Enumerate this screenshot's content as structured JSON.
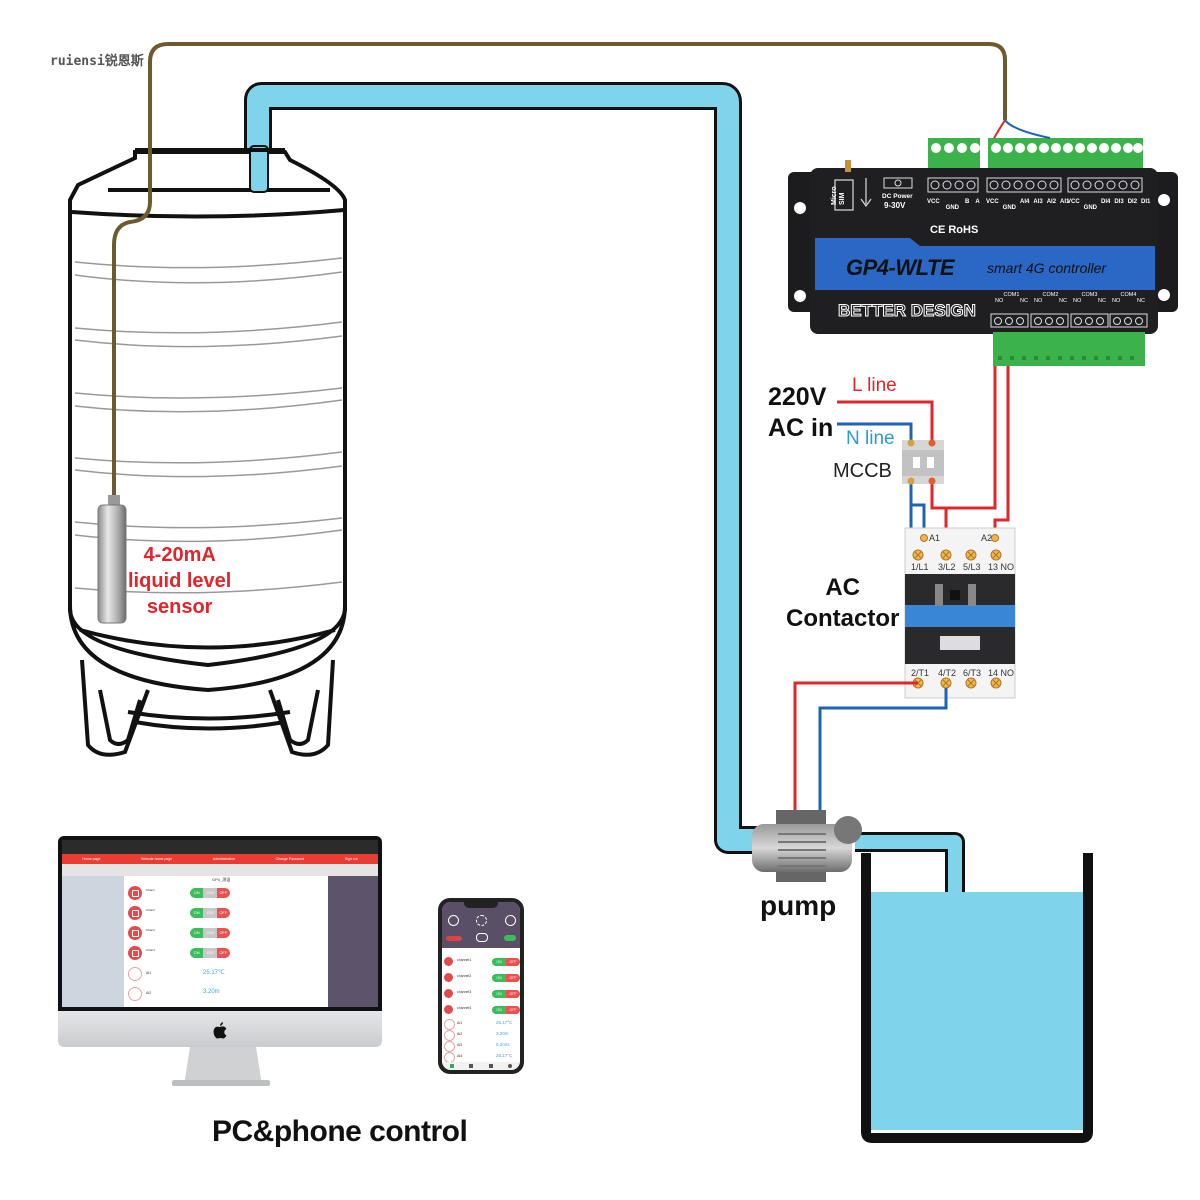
{
  "watermark": "ruiensi锐恩斯",
  "controller": {
    "model": "GP4-WLTE",
    "subtitle": "smart 4G controller",
    "brand": "BETTER DESIGN",
    "sim_label": "Micro SIM",
    "power_label": "DC Power",
    "power_range": "9-30V",
    "certifications": "CE RoHS",
    "rs485_pins": [
      "VCC",
      "GND",
      "B",
      "A"
    ],
    "analog_pins": [
      "VCC",
      "GND",
      "AI4",
      "AI3",
      "AI2",
      "AI1"
    ],
    "digital_pins": [
      "VCC",
      "GND",
      "DI4",
      "DI3",
      "DI2",
      "DI1"
    ],
    "relays": [
      {
        "name": "COM1",
        "no": "NO",
        "nc": "NC"
      },
      {
        "name": "COM2",
        "no": "NO",
        "nc": "NC"
      },
      {
        "name": "COM3",
        "no": "NO",
        "nc": "NC"
      },
      {
        "name": "COM4",
        "no": "NO",
        "nc": "NC"
      }
    ]
  },
  "power_input": {
    "voltage": "220V",
    "type": "AC in",
    "l_line": "L line",
    "n_line": "N line",
    "breaker": "MCCB"
  },
  "contactor": {
    "title_line1": "AC",
    "title_line2": "Contactor",
    "coil_a1": "A1",
    "coil_a2": "A2",
    "top_terminals": [
      "1/L1",
      "3/L2",
      "5/L3",
      "13 NO"
    ],
    "bottom_terminals": [
      "2/T1",
      "4/T2",
      "6/T3",
      "14 NO"
    ]
  },
  "sensor": {
    "line1": "4-20mA",
    "line2": "liquid level",
    "line3": "sensor"
  },
  "pump_label": "pump",
  "pc_phone_label": "PC&phone control",
  "pc_app": {
    "menu": [
      "Home page",
      "Website home page",
      "Administration",
      "Change Password",
      "Sign out"
    ],
    "device_title": "GP4_测温",
    "channels": [
      {
        "name": "Chan1",
        "toggle": [
          "ON",
          "JOG",
          "OFF"
        ]
      },
      {
        "name": "Chan2",
        "toggle": [
          "ON",
          "JOG",
          "OFF"
        ]
      },
      {
        "name": "Chan3",
        "toggle": [
          "ON",
          "JOG",
          "OFF"
        ]
      },
      {
        "name": "Chan4",
        "toggle": [
          "ON",
          "JOG",
          "OFF"
        ]
      }
    ],
    "analog": [
      {
        "name": "AI1",
        "value": "25.17℃"
      },
      {
        "name": "AI2",
        "value": "3.20m"
      }
    ]
  },
  "phone_app": {
    "channels": [
      {
        "name": "channel1",
        "toggle": [
          "ON",
          "OFF"
        ]
      },
      {
        "name": "channel2",
        "toggle": [
          "ON",
          "OFF"
        ]
      },
      {
        "name": "channel3",
        "toggle": [
          "ON",
          "OFF"
        ]
      },
      {
        "name": "channel4",
        "toggle": [
          "ON",
          "OFF"
        ]
      }
    ],
    "analog": [
      {
        "name": "AI1",
        "value": "25.17°C"
      },
      {
        "name": "AI2",
        "value": "3.20m"
      },
      {
        "name": "AI3",
        "value": "9.2m/s"
      },
      {
        "name": "AI4",
        "value": "25.17°C"
      }
    ]
  },
  "colors": {
    "water": "#7fd3ea",
    "sensor_cable": "#6e5a2e",
    "live_wire": "#e0252b",
    "neutral_wire": "#1e63b5",
    "controller_body": "#1c1c1f",
    "controller_band": "#2b67c4",
    "terminal_green": "#3bb34a",
    "label_red": "#e0252b"
  }
}
